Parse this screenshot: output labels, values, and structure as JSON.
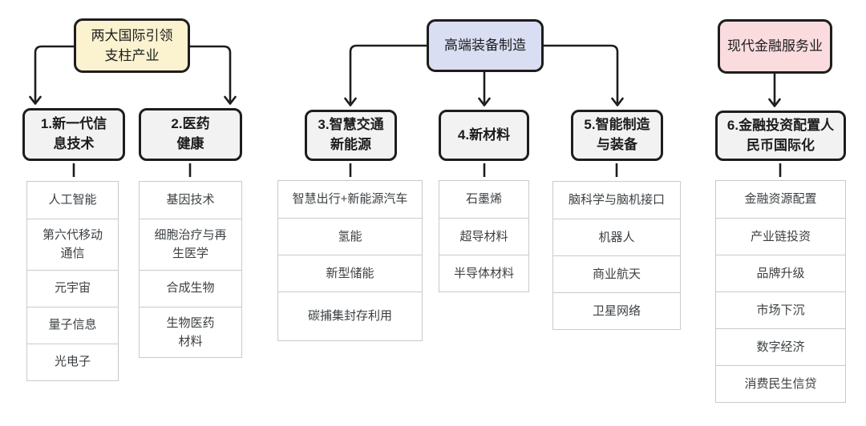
{
  "colors": {
    "line": "#1d1d1d",
    "list_border": "#c7cacd",
    "header_fill": "#f2f2f2",
    "pillar_fill": "#fbf2cf",
    "equipment_fill": "#d9def3",
    "finance_fill": "#fadcdf"
  },
  "top_nodes": [
    {
      "label": "两大国际引领\n支柱产业",
      "fill": "#fbf2cf"
    },
    {
      "label": "高端装备制造",
      "fill": "#d9def3"
    },
    {
      "label": "现代金融服务业",
      "fill": "#fadcdf"
    }
  ],
  "columns": [
    {
      "header": "1.新一代信\n息技术",
      "items": [
        "人工智能",
        "第六代移动\n通信",
        "元宇宙",
        "量子信息",
        "光电子"
      ]
    },
    {
      "header": "2.医药\n健康",
      "items": [
        "基因技术",
        "细胞治疗与再\n生医学",
        "合成生物",
        "生物医药\n材料"
      ]
    },
    {
      "header": "3.智慧交通\n新能源",
      "items": [
        "智慧出行+新能源汽车",
        "氢能",
        "新型储能",
        "碳捕集封存利用"
      ]
    },
    {
      "header": "4.新材料",
      "items": [
        "石墨烯",
        "超导材料",
        "半导体材料"
      ]
    },
    {
      "header": "5.智能制造\n与装备",
      "items": [
        "脑科学与脑机接口",
        "机器人",
        "商业航天",
        "卫星网络"
      ]
    },
    {
      "header": "6.金融投资配置人\n民币国际化",
      "items": [
        "金融资源配置",
        "产业链投资",
        "品牌升级",
        "市场下沉",
        "数字经济",
        "消费民生信贷"
      ]
    }
  ]
}
